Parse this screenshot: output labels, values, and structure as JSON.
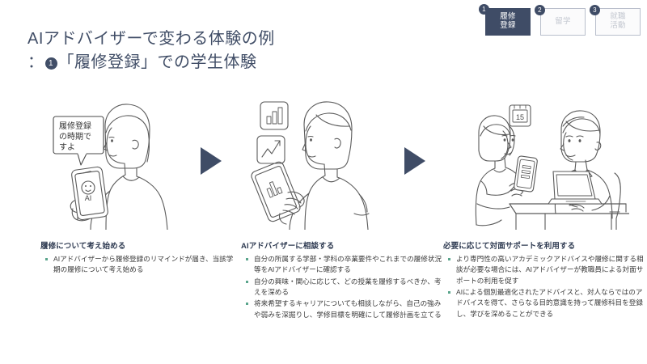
{
  "title": {
    "line1": "AIアドバイザーで変わる体験の例",
    "line2_prefix": "：",
    "line2_number": "1",
    "line2_rest": "「履修登録」での学生体験"
  },
  "tabs": [
    {
      "number": "1",
      "line1": "履修",
      "line2": "登録",
      "state": "active"
    },
    {
      "number": "2",
      "line1": "留学",
      "line2": "",
      "state": "inactive"
    },
    {
      "number": "3",
      "line1": "就職",
      "line2": "活動",
      "state": "inactive"
    }
  ],
  "panels": [
    {
      "speech_bubble": [
        "履修登録",
        "の時期で",
        "すよ"
      ],
      "phone_label": "AI",
      "icons": [
        "smiley-face-icon",
        "smartphone-icon"
      ]
    },
    {
      "icons": [
        "bar-chart-icon",
        "trend-line-icon",
        "smartphone-icon"
      ]
    },
    {
      "calendar_day": "15",
      "icons": [
        "calendar-icon",
        "smartphone-icon",
        "laptop-icon"
      ]
    }
  ],
  "arrows": [
    "arrow-step-1-to-2",
    "arrow-step-2-to-3"
  ],
  "columns": [
    {
      "heading": "履修について考え始める",
      "bullets": [
        "AIアドバイザーから履修登録のリマインドが届き、当該学期の履修について考え始める"
      ]
    },
    {
      "heading": "AIアドバイザーに相談する",
      "bullets": [
        "自分の所属する学部・学科の卒業要件やこれまでの履修状況等をAIアドバイザーに確認する",
        "自分の興味・関心に応じて、どの授業を履修するべきか、考えを深める",
        "将来希望するキャリアについても相談しながら、自己の強みや弱みを深掘りし、学修目標を明確にして履修計画を立てる"
      ]
    },
    {
      "heading": "必要に応じて対面サポートを利用する",
      "bullets": [
        "より専門性の高いアカデミックアドバイスや履修に関する相談が必要な場合には、AIアドバイザーが教職員による対面サポートの利用を促す",
        "AIによる個別最適化されたアドバイスと、対人ならではのアドバイスを得て、さらなる目的意識を持って履修科目を登録し、学びを深めることができる"
      ]
    }
  ],
  "colors": {
    "navy": "#3f4c66",
    "title": "#414e67",
    "bullet": "#5aa58c",
    "inactive_text": "#c3c7d0",
    "line_art": "#5a5a5a"
  }
}
